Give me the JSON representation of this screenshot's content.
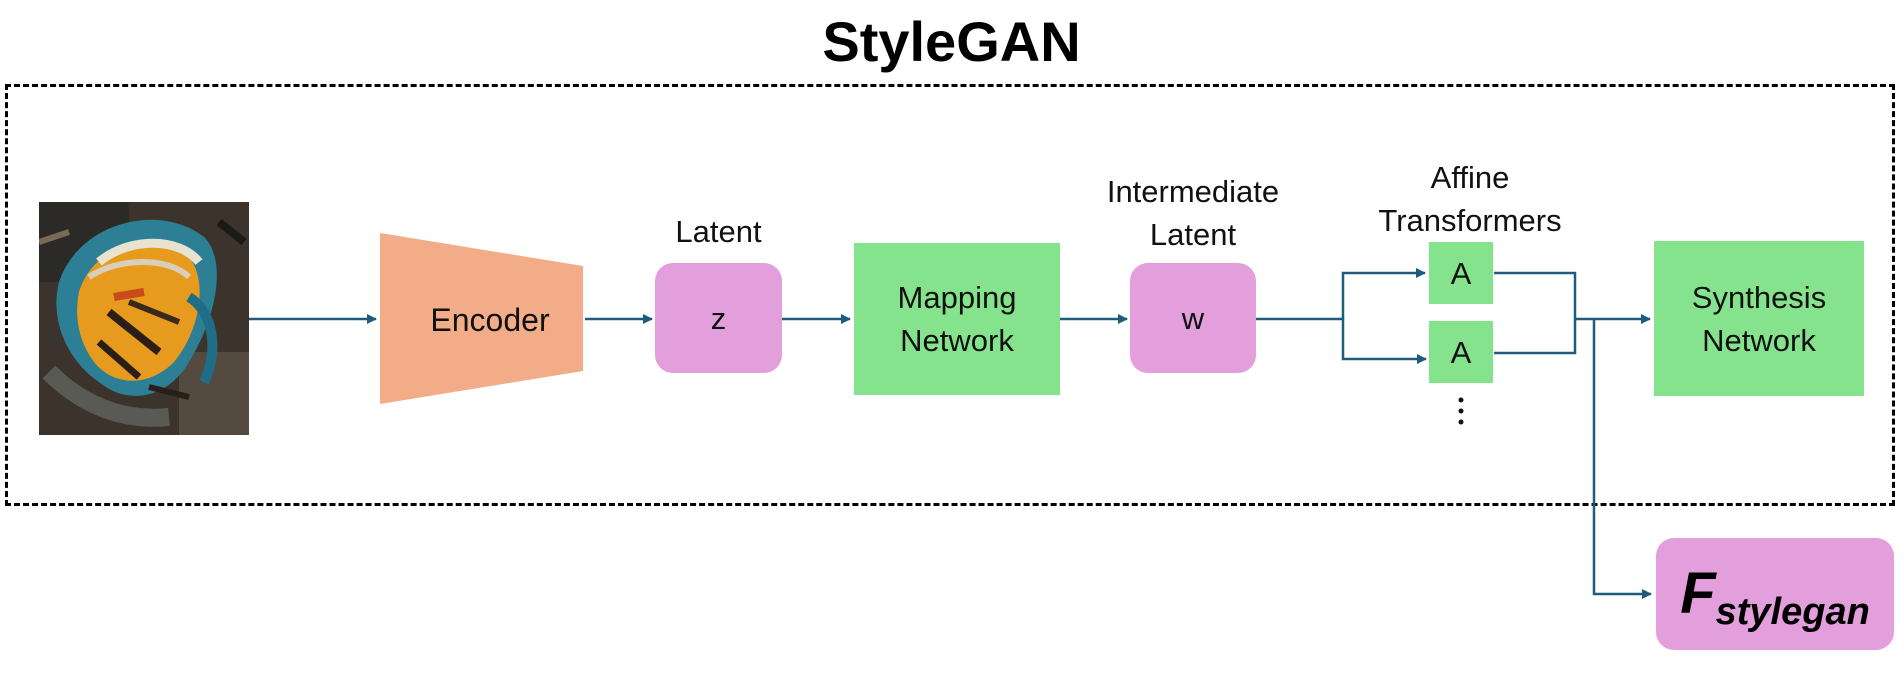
{
  "title": "StyleGAN",
  "nodes": {
    "encoder": "Encoder",
    "latent_label": "Latent",
    "latent_z": "z",
    "mapping_network": [
      "Mapping",
      "Network"
    ],
    "intermediate_label": [
      "Intermediate",
      "Latent"
    ],
    "latent_w": "w",
    "affine_label": [
      "Affine",
      "Transformers"
    ],
    "affine_a1": "A",
    "affine_a2": "A",
    "synthesis_network": [
      "Synthesis",
      "Network"
    ]
  },
  "output": {
    "main": "F",
    "subscript": "stylegan"
  },
  "colors": {
    "arrow": "#1f5b7a",
    "encoder": "#f2ad88",
    "network": "#86e38d",
    "latent": "#e39fdc"
  },
  "icons": [
    "painting-thumbnail",
    "vertical-ellipsis-icon"
  ]
}
